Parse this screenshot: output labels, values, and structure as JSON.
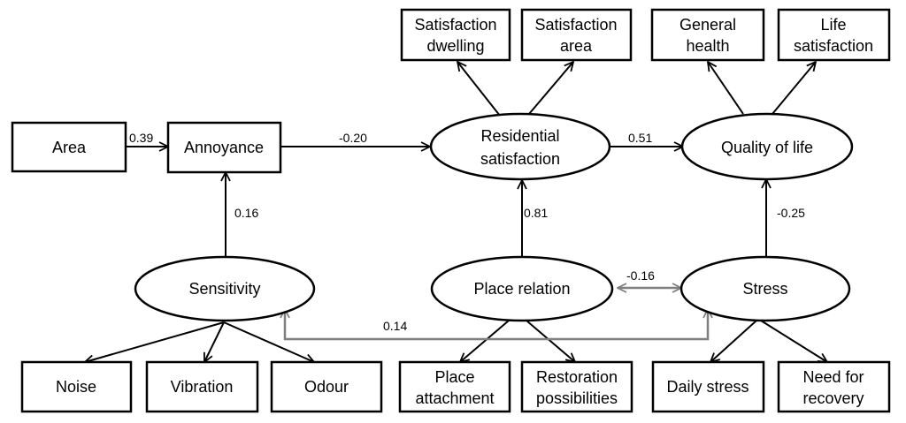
{
  "nodes": {
    "area": "Area",
    "annoyance": "Annoyance",
    "residential_satisfaction": [
      "Residential",
      "satisfaction"
    ],
    "quality_of_life": "Quality of life",
    "satisfaction_dwelling": [
      "Satisfaction",
      "dwelling"
    ],
    "satisfaction_area": [
      "Satisfaction",
      "area"
    ],
    "general_health": [
      "General",
      "health"
    ],
    "life_satisfaction": [
      "Life",
      "satisfaction"
    ],
    "sensitivity": "Sensitivity",
    "place_relation": "Place relation",
    "stress": "Stress",
    "noise": "Noise",
    "vibration": "Vibration",
    "odour": "Odour",
    "place_attachment": [
      "Place",
      "attachment"
    ],
    "restoration_possibilities": [
      "Restoration",
      "possibilities"
    ],
    "daily_stress": "Daily stress",
    "need_for_recovery": [
      "Need for",
      "recovery"
    ]
  },
  "coefficients": {
    "area_to_annoyance": "0.39",
    "annoyance_to_residential": "-0.20",
    "residential_to_qol": "0.51",
    "sensitivity_to_annoyance": "0.16",
    "place_relation_to_residential": "0.81",
    "stress_to_qol": "-0.25",
    "place_relation_stress": "-0.16",
    "sensitivity_stress": "0.14"
  },
  "colors": {
    "stroke": "#000000",
    "covariance_line": "#7f7f7f",
    "fill": "#ffffff"
  }
}
